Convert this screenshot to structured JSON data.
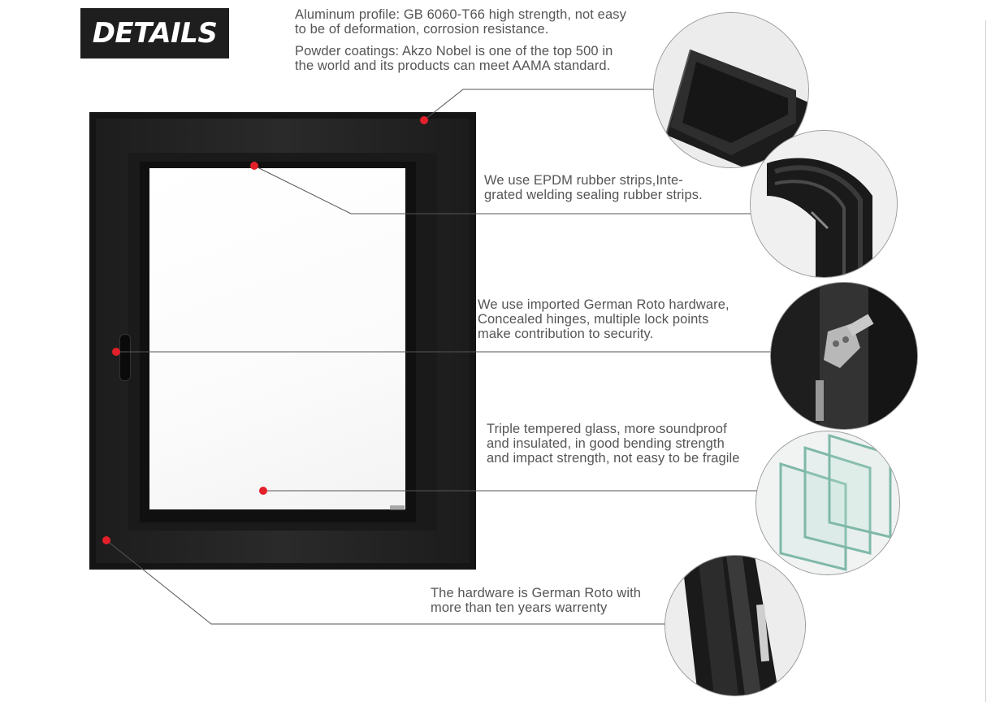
{
  "badge": {
    "label": "DETAILS"
  },
  "details": [
    {
      "id": "profile",
      "text": "Aluminum profile: GB 6060-T66 high strength, not easy\nto be of deformation, corrosion resistance."
    },
    {
      "id": "coating",
      "text": "Powder coatings: Akzo Nobel is one of the top 500 in\nthe world and its products can meet AAMA standard."
    },
    {
      "id": "rubber",
      "text": "We use EPDM rubber strips,Inte-\ngrated welding sealing rubber strips."
    },
    {
      "id": "hardware",
      "text": "We use imported German Roto hardware,\nConcealed hinges,  multiple lock points\nmake contribution to security."
    },
    {
      "id": "glass",
      "text": "Triple tempered glass, more soundproof\nand insulated, in good bending strength\nand impact strength, not easy to be fragile"
    },
    {
      "id": "warranty",
      "text": "The hardware is German Roto with\nmore than ten years warrenty"
    }
  ],
  "colors": {
    "marker": "#e3202a",
    "frame": "#151515",
    "badge_bg": "#1e1e1e"
  },
  "icons": [
    "frame-corner-photo",
    "rubber-strip-photo",
    "hinge-photo",
    "glass-layers-photo",
    "profile-section-photo"
  ]
}
